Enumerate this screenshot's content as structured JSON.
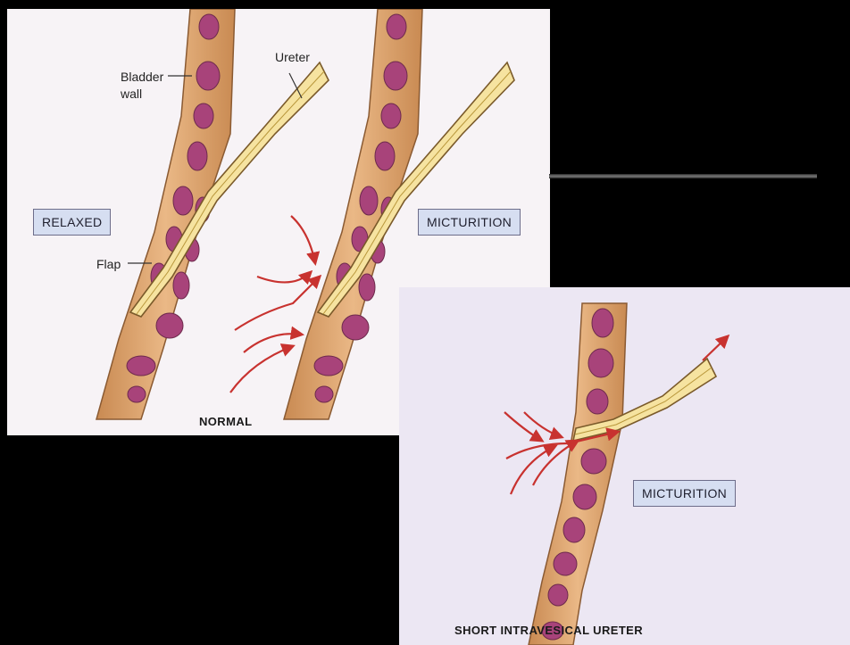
{
  "normal_panel": {
    "labels": {
      "bladder_wall_line1": "Bladder",
      "bladder_wall_line2": "wall",
      "ureter": "Ureter",
      "flap": "Flap"
    },
    "relaxed_box": "RELAXED",
    "micturition_box": "MICTURITION",
    "caption": "NORMAL"
  },
  "short_panel": {
    "micturition_box": "MICTURITION",
    "caption": "SHORT INTRAVESICAL URETER"
  },
  "colors": {
    "tissue": "#e8b27a",
    "tissue_dark": "#a8683a",
    "muscle": "#a8437a",
    "ureter_fill": "#f6e3a0",
    "arrow": "#c8322f",
    "label_box": "#d6def1"
  }
}
